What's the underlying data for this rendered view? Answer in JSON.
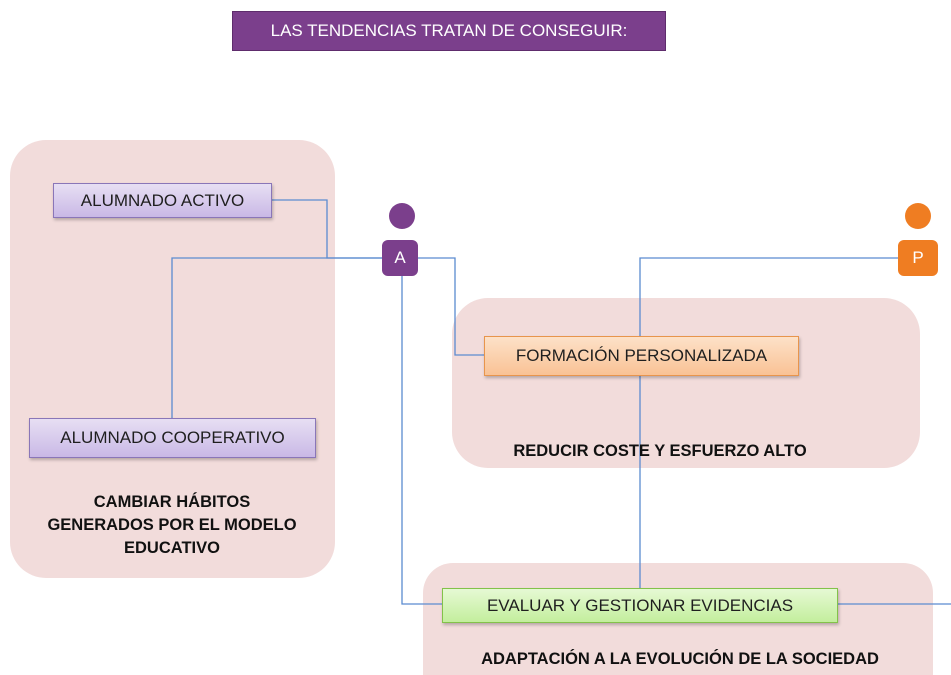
{
  "title": "LAS TENDENCIAS TRATAN DE CONSEGUIR:",
  "boxes": {
    "alumnado_activo": "ALUMNADO ACTIVO",
    "alumnado_cooperativo": "ALUMNADO COOPERATIVO",
    "formacion_personalizada": "FORMACIÓN PERSONALIZADA",
    "evaluar": "EVALUAR  Y GESTIONAR EVIDENCIAS"
  },
  "captions": {
    "cambiar_line1": "CAMBIAR HÁBITOS",
    "cambiar_line2": "GENERADOS POR EL MODELO",
    "cambiar_line3": "EDUCATIVO",
    "reducir": "REDUCIR COSTE Y ESFUERZO ALTO",
    "adaptacion": "ADAPTACIÓN A LA EVOLUCIÓN DE LA SOCIEDAD"
  },
  "persons": {
    "alumno_letter": "A",
    "profesor_letter": "P"
  },
  "colors": {
    "purple": "#7b3f8c",
    "orange": "#ef7d22",
    "region": "#f2dcdb",
    "connector": "#5b8bd0"
  }
}
